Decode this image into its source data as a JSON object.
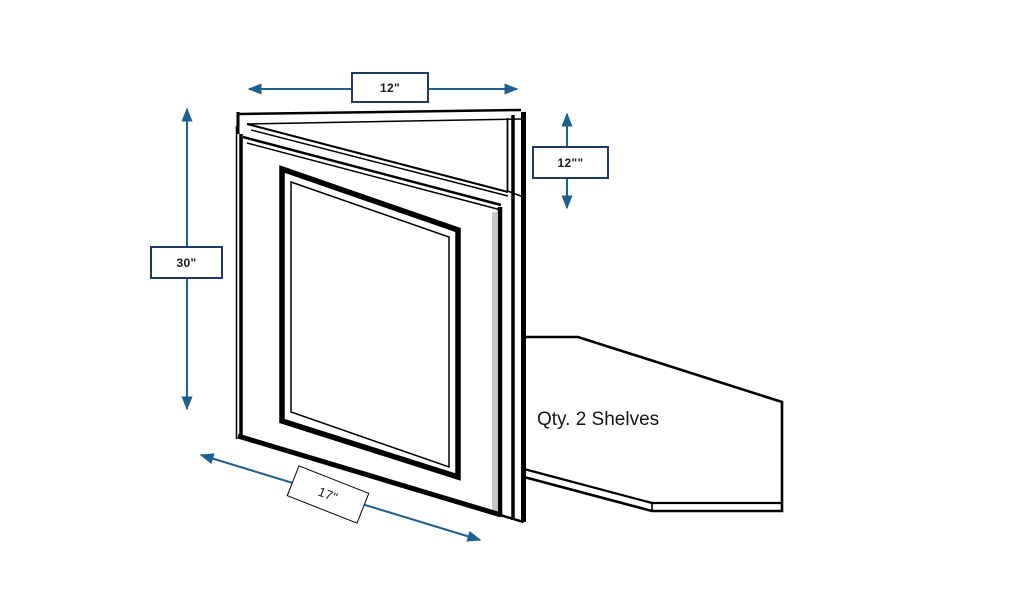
{
  "annotations": {
    "top_width": {
      "label": "12\""
    },
    "side_depth": {
      "label": "12\"\""
    },
    "height": {
      "label": "30\""
    },
    "bottom_diagonal": {
      "label": "17\""
    },
    "shelf_note": {
      "label": "Qty. 2 Shelves"
    }
  },
  "colors": {
    "dimension_arrow_blue": "#20608E",
    "dimension_box_border_navy": "#1F3864",
    "drawing_line_black": "#000000",
    "door_edge_shading_gray": "#C6C6C6",
    "background": "#FFFFFF"
  }
}
